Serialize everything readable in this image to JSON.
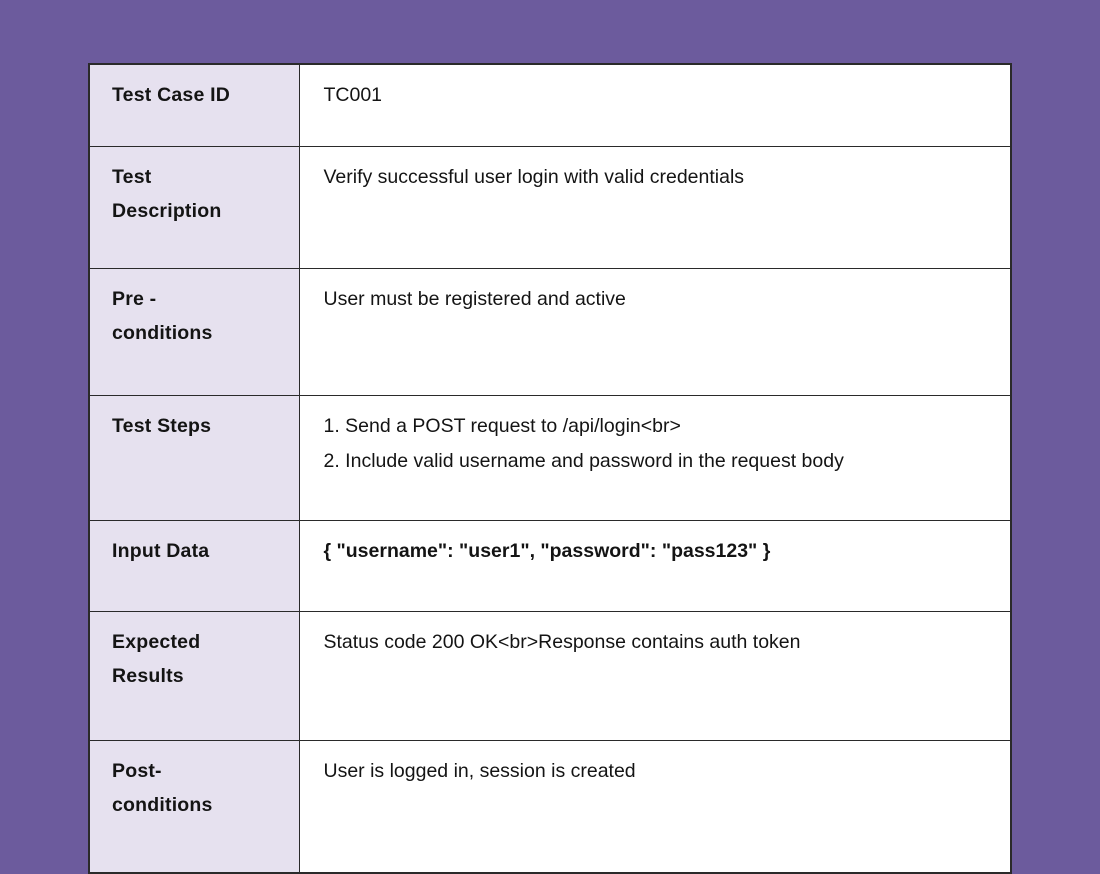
{
  "page": {
    "background_color": "#6C5B9D"
  },
  "table": {
    "label_column_bg": "#E6E1EF",
    "value_column_bg": "#FFFFFF",
    "border_color": "#2A2A2A",
    "text_color": "#141414",
    "rows": [
      {
        "label": "Test Case ID",
        "value": "TC001"
      },
      {
        "label": "Test Description",
        "value": "Verify successful user login with valid credentials"
      },
      {
        "label": "Pre - conditions",
        "value": "User must be registered and active"
      },
      {
        "label": "Test Steps",
        "value_lines": [
          "1. Send a POST request to /api/login<br>",
          "2. Include valid username and password in the request body"
        ]
      },
      {
        "label": "Input Data",
        "value": "{ \"username\": \"user1\", \"password\": \"pass123\" }"
      },
      {
        "label": "Expected Results",
        "value": "Status code 200 OK<br>Response contains auth token"
      },
      {
        "label": "Post-conditions",
        "value": "User is logged in, session is created"
      }
    ]
  }
}
